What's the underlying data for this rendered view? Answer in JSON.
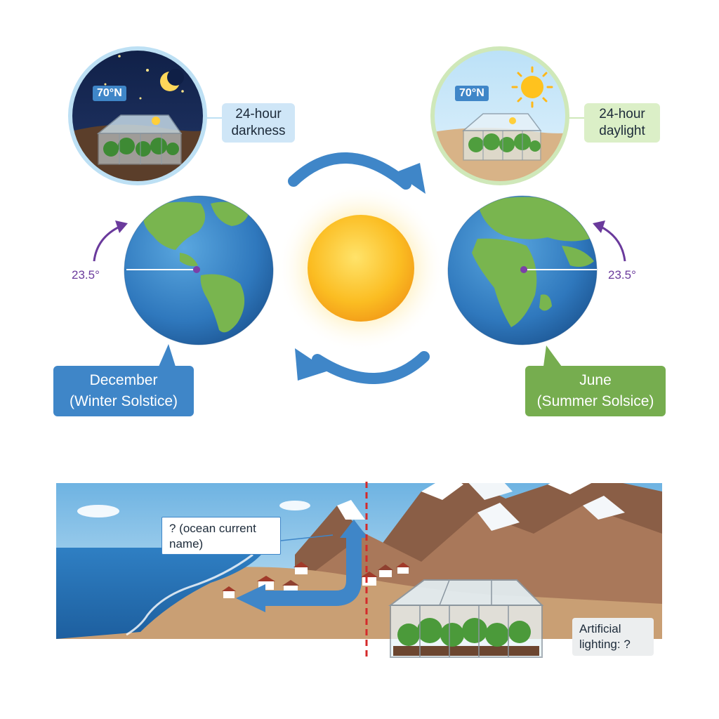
{
  "winter": {
    "latitude": "70°N",
    "condition_line1": "24-hour",
    "condition_line2": "darkness",
    "month_line1": "December",
    "month_line2": "(Winter Solstice)",
    "tilt": "23.5°"
  },
  "summer": {
    "latitude": "70°N",
    "condition_line1": "24-hour",
    "condition_line2": "daylight",
    "month_line1": "June",
    "month_line2": "(Summer Solsice)",
    "tilt": "23.5°"
  },
  "landscape": {
    "current_line1": "? (ocean current",
    "current_line2": "name)",
    "lighting_line1": "Artificial",
    "lighting_line2": "lighting: ?"
  },
  "colors": {
    "orbit_arrow": "#3f86c8",
    "winter_accent": "#3f86c8",
    "summer_accent": "#76ad4f",
    "tilt_arrow": "#6a3a9c",
    "divider": "#d42a2a"
  }
}
